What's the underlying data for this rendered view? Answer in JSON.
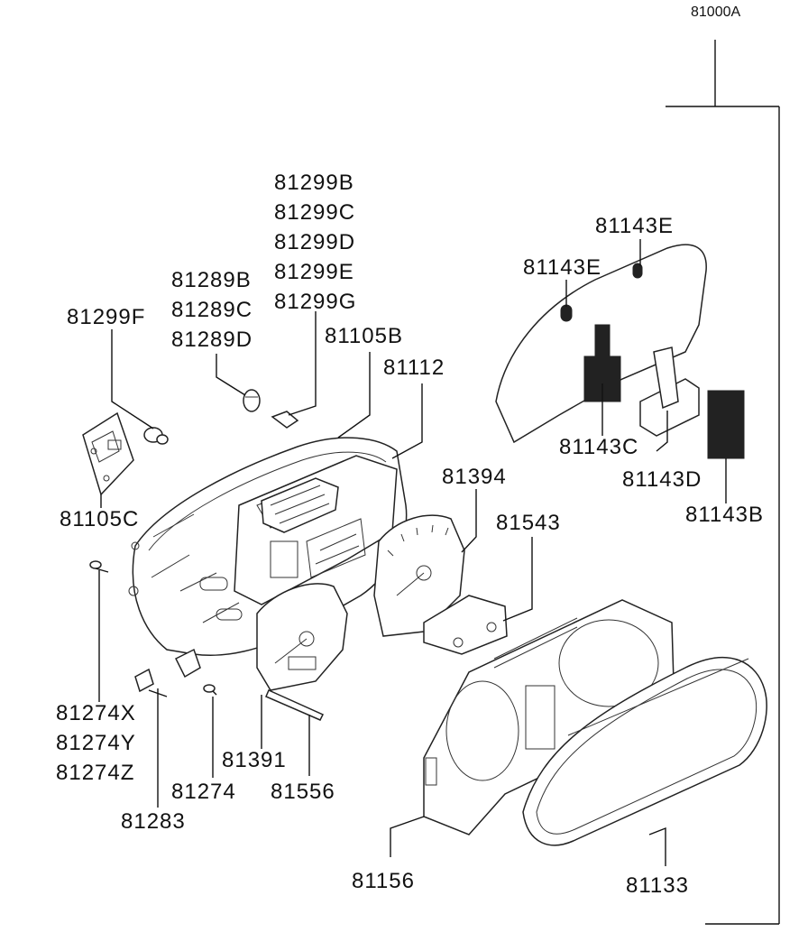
{
  "diagram_id": "81000A",
  "labels": {
    "p81299B": "81299B",
    "p81299C": "81299C",
    "p81299D": "81299D",
    "p81299E": "81299E",
    "p81299G": "81299G",
    "p81289B": "81289B",
    "p81289C": "81289C",
    "p81289D": "81289D",
    "p81299F": "81299F",
    "p81105B": "81105B",
    "p81112": "81112",
    "p81105C": "81105C",
    "p81143E_top": "81143E",
    "p81143E_left": "81143E",
    "p81143C": "81143C",
    "p81143D": "81143D",
    "p81143B": "81143B",
    "p81394": "81394",
    "p81543": "81543",
    "p81274X": "81274X",
    "p81274Y": "81274Y",
    "p81274Z": "81274Z",
    "p81274": "81274",
    "p81391": "81391",
    "p81556": "81556",
    "p81283": "81283",
    "p81156": "81156",
    "p81133": "81133"
  }
}
